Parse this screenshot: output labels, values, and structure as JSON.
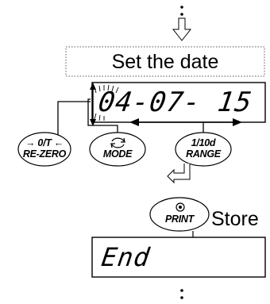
{
  "step": {
    "title": "Set the date"
  },
  "display_top": {
    "value": "04-07- 15",
    "year": "04",
    "month": "07",
    "day": "15"
  },
  "buttons": {
    "rezero": {
      "top": "→ 0/T ←",
      "bottom": "RE-ZERO"
    },
    "mode": {
      "bottom": "MODE"
    },
    "range": {
      "top": "1/10d",
      "bottom": "RANGE"
    },
    "print": {
      "bottom": "PRINT"
    }
  },
  "store": {
    "label": "Store"
  },
  "display_bottom": {
    "value": "End"
  },
  "icons": [
    "continue-dots",
    "down-arrow",
    "blink-marks",
    "up-down-arrows",
    "left-right-arrows",
    "rotate-icon",
    "print-icon"
  ]
}
